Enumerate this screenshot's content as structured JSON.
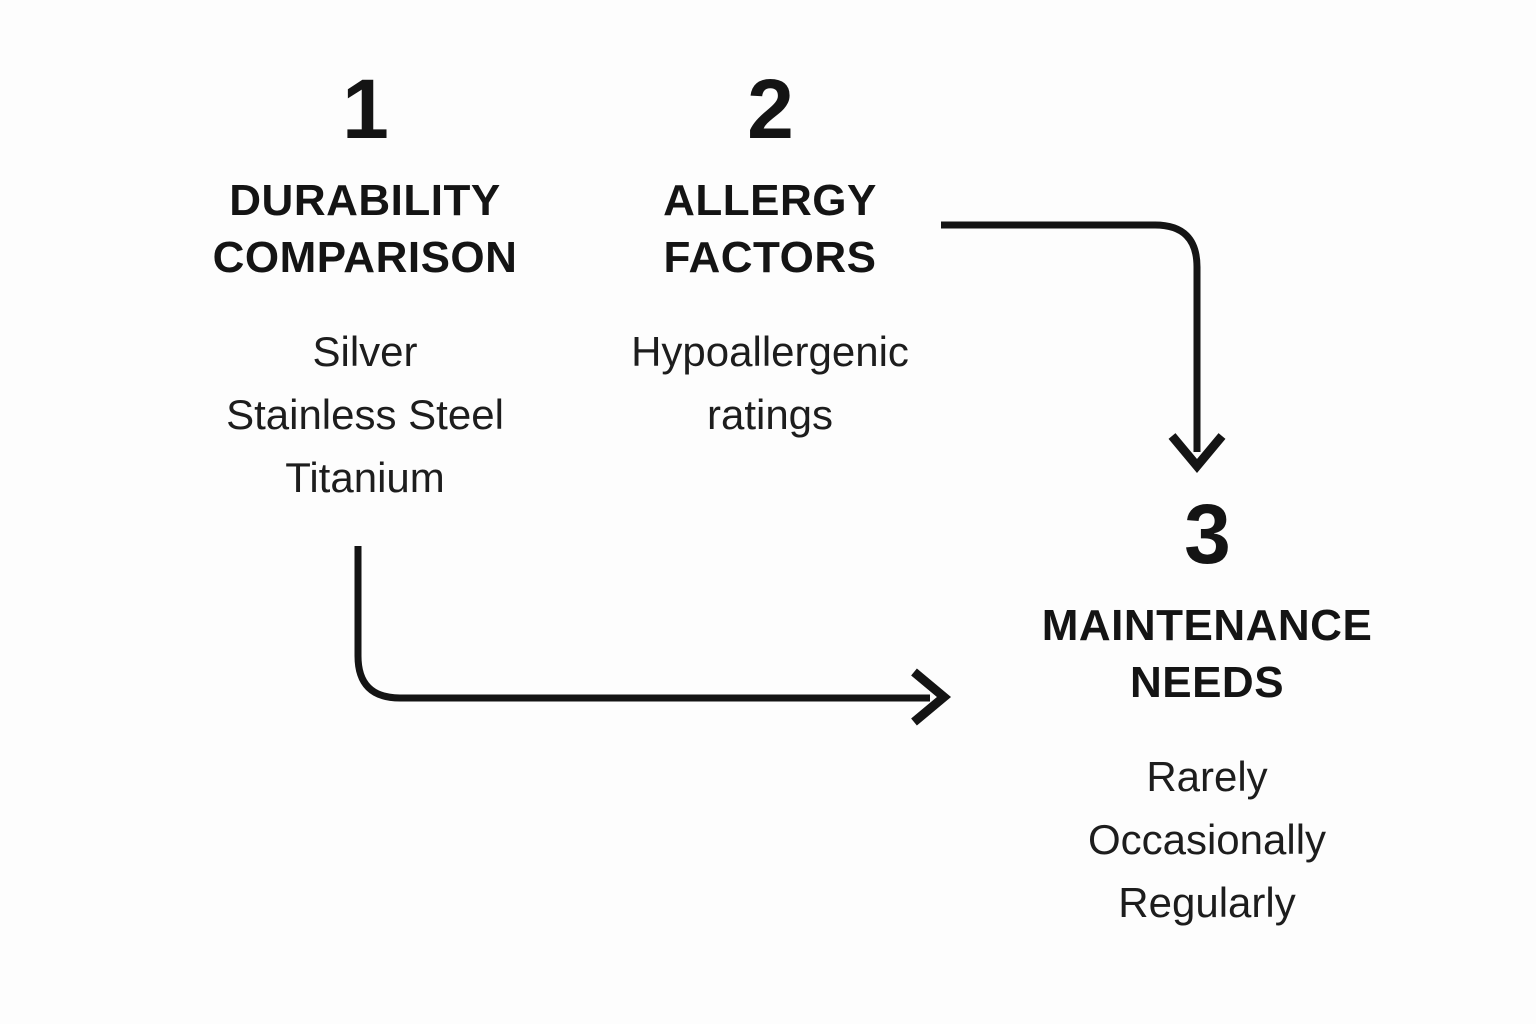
{
  "diagram": {
    "background_color": "#fdfdfd",
    "ink_color": "#141414",
    "steps": [
      {
        "number": "1",
        "title_line_1": "DURABILITY",
        "title_line_2": "COMPARISON",
        "items": [
          "Silver",
          "Stainless Steel",
          "Titanium"
        ]
      },
      {
        "number": "2",
        "title_line_1": "ALLERGY",
        "title_line_2": "FACTORS",
        "items": [
          "Hypoallergenic",
          "ratings"
        ]
      },
      {
        "number": "3",
        "title_line_1": "MAINTENANCE",
        "title_line_2": "NEEDS",
        "items": [
          "Rarely",
          "Occasionally",
          "Regularly"
        ]
      }
    ],
    "connectors": [
      {
        "name": "allergy-to-maintenance",
        "from": "2",
        "to": "3",
        "shape": "right-then-down"
      },
      {
        "name": "durability-to-maintenance",
        "from": "1",
        "to": "3",
        "shape": "down-then-right"
      }
    ]
  }
}
